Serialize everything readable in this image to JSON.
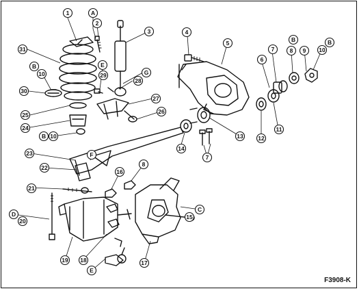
{
  "figure_id": "F3908-K",
  "callouts": [
    {
      "label": "1"
    },
    {
      "label": "A"
    },
    {
      "label": "2"
    },
    {
      "label": "3"
    },
    {
      "label": "4"
    },
    {
      "label": "5"
    },
    {
      "label": "B"
    },
    {
      "label": "7"
    },
    {
      "label": "B"
    },
    {
      "label": "10"
    },
    {
      "label": "6"
    },
    {
      "label": "8"
    },
    {
      "label": "9"
    },
    {
      "label": "31"
    },
    {
      "label": "B"
    },
    {
      "label": "10"
    },
    {
      "label": "E"
    },
    {
      "label": "G"
    },
    {
      "label": "29"
    },
    {
      "label": "30"
    },
    {
      "label": "28"
    },
    {
      "label": "27"
    },
    {
      "label": "25"
    },
    {
      "label": "26"
    },
    {
      "label": "24"
    },
    {
      "label": "B"
    },
    {
      "label": "10"
    },
    {
      "label": "14"
    },
    {
      "label": "13"
    },
    {
      "label": "12"
    },
    {
      "label": "11"
    },
    {
      "label": "7"
    },
    {
      "label": "23"
    },
    {
      "label": "F"
    },
    {
      "label": "22"
    },
    {
      "label": "16"
    },
    {
      "label": "8"
    },
    {
      "label": "21"
    },
    {
      "label": "C"
    },
    {
      "label": "D"
    },
    {
      "label": "20"
    },
    {
      "label": "15"
    },
    {
      "label": "19"
    },
    {
      "label": "18"
    },
    {
      "label": "E"
    },
    {
      "label": "17"
    }
  ]
}
